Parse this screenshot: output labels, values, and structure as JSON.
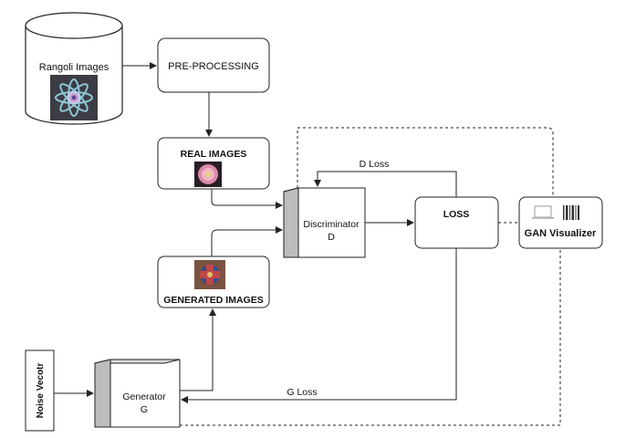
{
  "nodes": {
    "dataset": {
      "label": "Rangoli Images"
    },
    "preprocessing": {
      "label": "PRE-PROCESSING"
    },
    "real_images": {
      "label": "REAL IMAGES"
    },
    "generated_images": {
      "label": "GENERATED IMAGES"
    },
    "discriminator": {
      "line1": "Discriminator",
      "line2": "D"
    },
    "loss": {
      "label": "LOSS"
    },
    "visualizer": {
      "label": "GAN Visualizer"
    },
    "generator": {
      "line1": "Generator",
      "line2": "G"
    },
    "noise": {
      "label": "Noise Vecotr"
    }
  },
  "edges": {
    "d_loss": "D Loss",
    "g_loss": "G Loss"
  },
  "colors": {
    "stroke": "#222222",
    "box_fill": "#ffffff",
    "cube_top": "#dcdcdc",
    "cube_side": "#bdbdbd",
    "cylinder_fill": "#ffffff"
  }
}
